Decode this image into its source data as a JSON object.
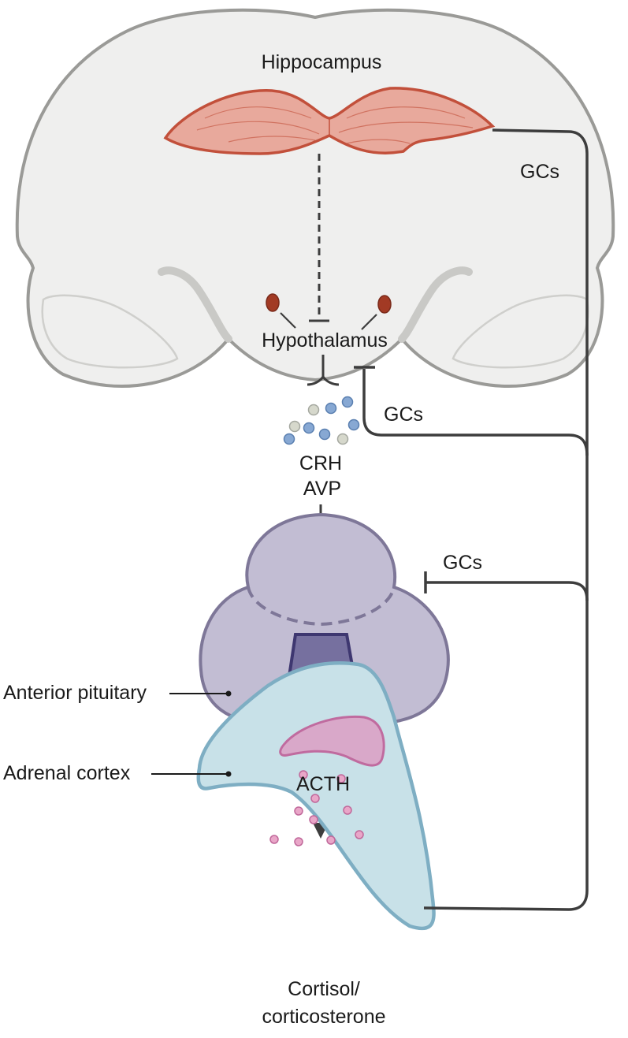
{
  "labels": {
    "hippocampus": "Hippocampus",
    "hypothalamus": "Hypothalamus",
    "gcs_top": "GCs",
    "gcs_hypothalamus": "GCs",
    "gcs_pituitary": "GCs",
    "crh": "CRH",
    "avp": "AVP",
    "anterior_pituitary": "Anterior pituitary",
    "acth": "ACTH",
    "adrenal_cortex": "Adrenal cortex",
    "cortisol_line1": "Cortisol/",
    "cortisol_line2": "corticosterone"
  },
  "colors": {
    "brain_fill": "#efefee",
    "brain_stroke": "#9a9a97",
    "hippocampus_fill": "#e8a99c",
    "hippocampus_stroke": "#c2503b",
    "pituitary_fill": "#c2bdd3",
    "pituitary_stroke": "#7e7798",
    "pituitary_core": "#76709f",
    "pituitary_core_stroke": "#3e3770",
    "adrenal_fill": "#c8e1e8",
    "adrenal_stroke": "#7eaec3",
    "adrenal_medulla": "#d9a8c9",
    "adrenal_medulla_stroke": "#c06b9f",
    "crh_dot_blue": "#87a8d3",
    "crh_dot_grey": "#d6d8cc",
    "acth_dot": "#f0c842",
    "cortisol_dot": "#e9a6c8",
    "nucleus_dot": "#a23a24",
    "line": "#3d3d3d"
  }
}
